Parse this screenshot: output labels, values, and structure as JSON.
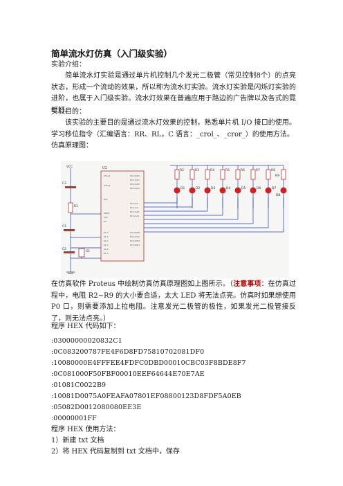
{
  "doc": {
    "title": "简单流水灯仿真（入门级实验）",
    "intro_heading": "实验介绍：",
    "intro_body": "简单流水灯实验是通过单片机控制几个发光二极管（常见控制8个）的点亮状态，形成一个流动的效果，所以称为流水灯实验。流水灯实验是闪烁灯实验的进阶，也属于入门级实验。流水灯效果在普遍应用于路边的广告牌以及各式的霓虹灯。",
    "purpose_heading": "实验目的：",
    "purpose_body": "该实验的主要目的是通过流水灯效果的控制，熟悉单片机 I/O 接口的使用。学习移位指令（汇编语言：RR、RL，C 语言：_crol_、_cror_）的使用方法。",
    "schematic_heading": "仿真原理图：",
    "note_before": "在仿真软件 Proteus 中绘制仿真仿真原理图如上图所示。（",
    "note_highlight": "注意事项",
    "note_after": "：在仿真过程中，电阻 R2~R9 的大小要合适，太大 LED 将无法点亮。仿真时如果想使用 P0 口，则需要添加上拉电阻。注意发光二极管的极性，如果发光二极管接反了，则无法点亮。）",
    "hex_heading": "程序 HEX 代码如下：",
    "hex_lines": [
      ":03000000020832C1",
      ":0C083200787FE4F6D8FD75810702081DF0",
      ":10080000E4FFFEE4FDFC0DBD00010CBC03F8BDE8F7",
      ":0C081000F50FBF00010EEF64644E70E7AE",
      ":01081C0022B9",
      ":10081D0075A0FEAFA07801EF08800123D8FDF5A0EB",
      ":05082D0012080080EE3E",
      ":00000001FF"
    ],
    "usage_heading": "程序 HEX 使用方法：",
    "steps": [
      "1）新建 txt 文档",
      "2）将 HEX 代码复制到 txt 文档中，保存"
    ]
  },
  "schematic": {
    "mcu_label": "U1",
    "vcc_label": "VCC",
    "resistors": [
      "R1",
      "R2",
      "R3",
      "R4",
      "R5",
      "R6",
      "R7",
      "R8",
      "R9"
    ],
    "leds": [
      "D1",
      "D2",
      "D3",
      "D4",
      "D5",
      "D6",
      "D7",
      "D8"
    ],
    "caps": [
      "C1",
      "C2",
      "C3"
    ],
    "crystal": "X1",
    "colors": {
      "wire": "#1f3fbf",
      "led": "#cc2222",
      "part": "#c03030",
      "mcu_fill": "#f5f0ec"
    }
  }
}
